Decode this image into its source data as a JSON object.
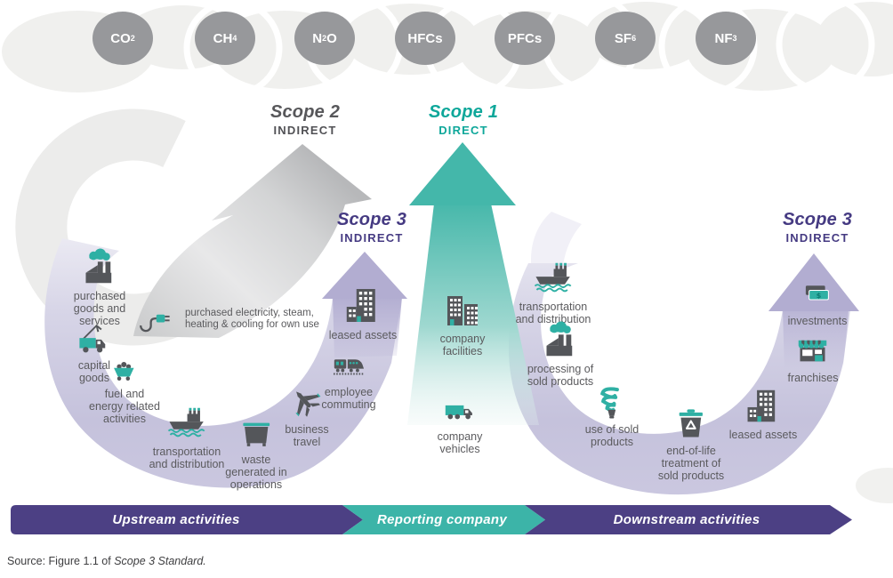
{
  "gases": [
    {
      "pre": "CO",
      "sub": "2",
      "post": ""
    },
    {
      "pre": "CH",
      "sub": "4",
      "post": ""
    },
    {
      "pre": "N",
      "sub": "2",
      "post": "O"
    },
    {
      "pre": "HFCs",
      "sub": "",
      "post": ""
    },
    {
      "pre": "PFCs",
      "sub": "",
      "post": ""
    },
    {
      "pre": "SF",
      "sub": "6",
      "post": ""
    },
    {
      "pre": "NF",
      "sub": "3",
      "post": ""
    }
  ],
  "scopes": {
    "scope2": {
      "title": "Scope 2",
      "subtitle": "INDIRECT"
    },
    "scope1": {
      "title": "Scope 1",
      "subtitle": "DIRECT"
    },
    "scope3_upstream": {
      "title": "Scope 3",
      "subtitle": "INDIRECT"
    },
    "scope3_downstream": {
      "title": "Scope 3",
      "subtitle": "INDIRECT"
    }
  },
  "upstream": {
    "items": [
      {
        "label": "purchased\ngoods and\nservices",
        "icon": "factory-cloud-icon"
      },
      {
        "label": "capital\ngoods",
        "icon": "crane-truck-icon"
      },
      {
        "label": "fuel and\nenergy related\nactivities",
        "icon": "mine-cart-icon"
      },
      {
        "label": "transportation\nand distribution",
        "icon": "cargo-ship-icon"
      },
      {
        "label": "waste\ngenerated in\noperations",
        "icon": "dumpster-icon"
      },
      {
        "label": "purchased electricity, steam,\nheating & cooling for own use",
        "icon": "power-plug-icon"
      },
      {
        "label": "business\ntravel",
        "icon": "airplane-icon"
      },
      {
        "label": "employee\ncommuting",
        "icon": "train-icon"
      },
      {
        "label": "leased assets",
        "icon": "office-building-icon"
      }
    ]
  },
  "reporting_company": {
    "items": [
      {
        "label": "company\nfacilities",
        "icon": "company-buildings-icon"
      },
      {
        "label": "company\nvehicles",
        "icon": "delivery-truck-icon"
      }
    ]
  },
  "downstream": {
    "items": [
      {
        "label": "transportation\nand distribution",
        "icon": "cargo-ship-icon"
      },
      {
        "label": "processing of\nsold products",
        "icon": "factory-cloud-icon"
      },
      {
        "label": "use of sold\nproducts",
        "icon": "cfl-bulb-icon"
      },
      {
        "label": "end-of-life\ntreatment of\nsold products",
        "icon": "recycle-bin-icon"
      },
      {
        "label": "leased assets",
        "icon": "office-building-icon"
      },
      {
        "label": "franchises",
        "icon": "storefront-icon"
      },
      {
        "label": "investments",
        "icon": "money-icon"
      }
    ]
  },
  "bottom_bar": {
    "upstream": "Upstream activities",
    "reporting": "Reporting company",
    "downstream": "Downstream activities"
  },
  "source": {
    "prefix": "Source: Figure 1.1 of ",
    "work": "Scope 3 Standard."
  },
  "colors": {
    "teal": "#3cb4a8",
    "purple_bar": "#4c4084",
    "lavender_arc": "#c5c2dc",
    "arrowhead_lavender": "#b2add1",
    "scope3_text": "#453a82",
    "scope1_text": "#0ea79a",
    "scope2_text": "#57575a",
    "gas_bubble": "#97989b",
    "cloud": "#f0f0ee",
    "icon_dark": "#54565a",
    "icon_teal": "#2fb0a4",
    "label_text": "#5b5b5e"
  }
}
